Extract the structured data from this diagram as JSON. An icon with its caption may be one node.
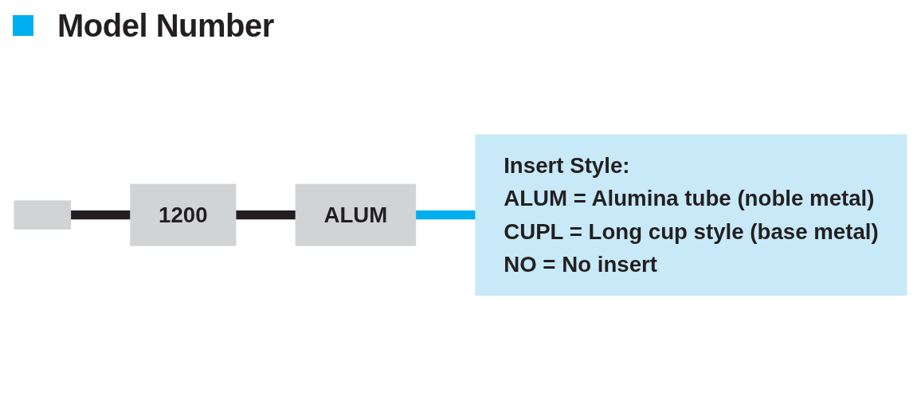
{
  "diagram": {
    "title": "Model Number",
    "nodes": [
      {
        "text": [],
        "shape": "box"
      },
      {
        "text": [
          "1200"
        ]
      },
      {
        "text": [
          "ALUM"
        ]
      },
      {
        "text": [
          "Insert Style:",
          "ALUM = Alumina tube (noble metal)",
          "CUPL = Long cup style (base metal)",
          "NO = No insert"
        ]
      }
    ],
    "edges": [
      {
        "from": 0,
        "to": 1,
        "arrow": "none"
      },
      {
        "from": 1,
        "to": 2,
        "arrow": "none"
      },
      {
        "from": 2,
        "to": 3,
        "arrow": "none",
        "color": "#00aeef"
      }
    ]
  }
}
